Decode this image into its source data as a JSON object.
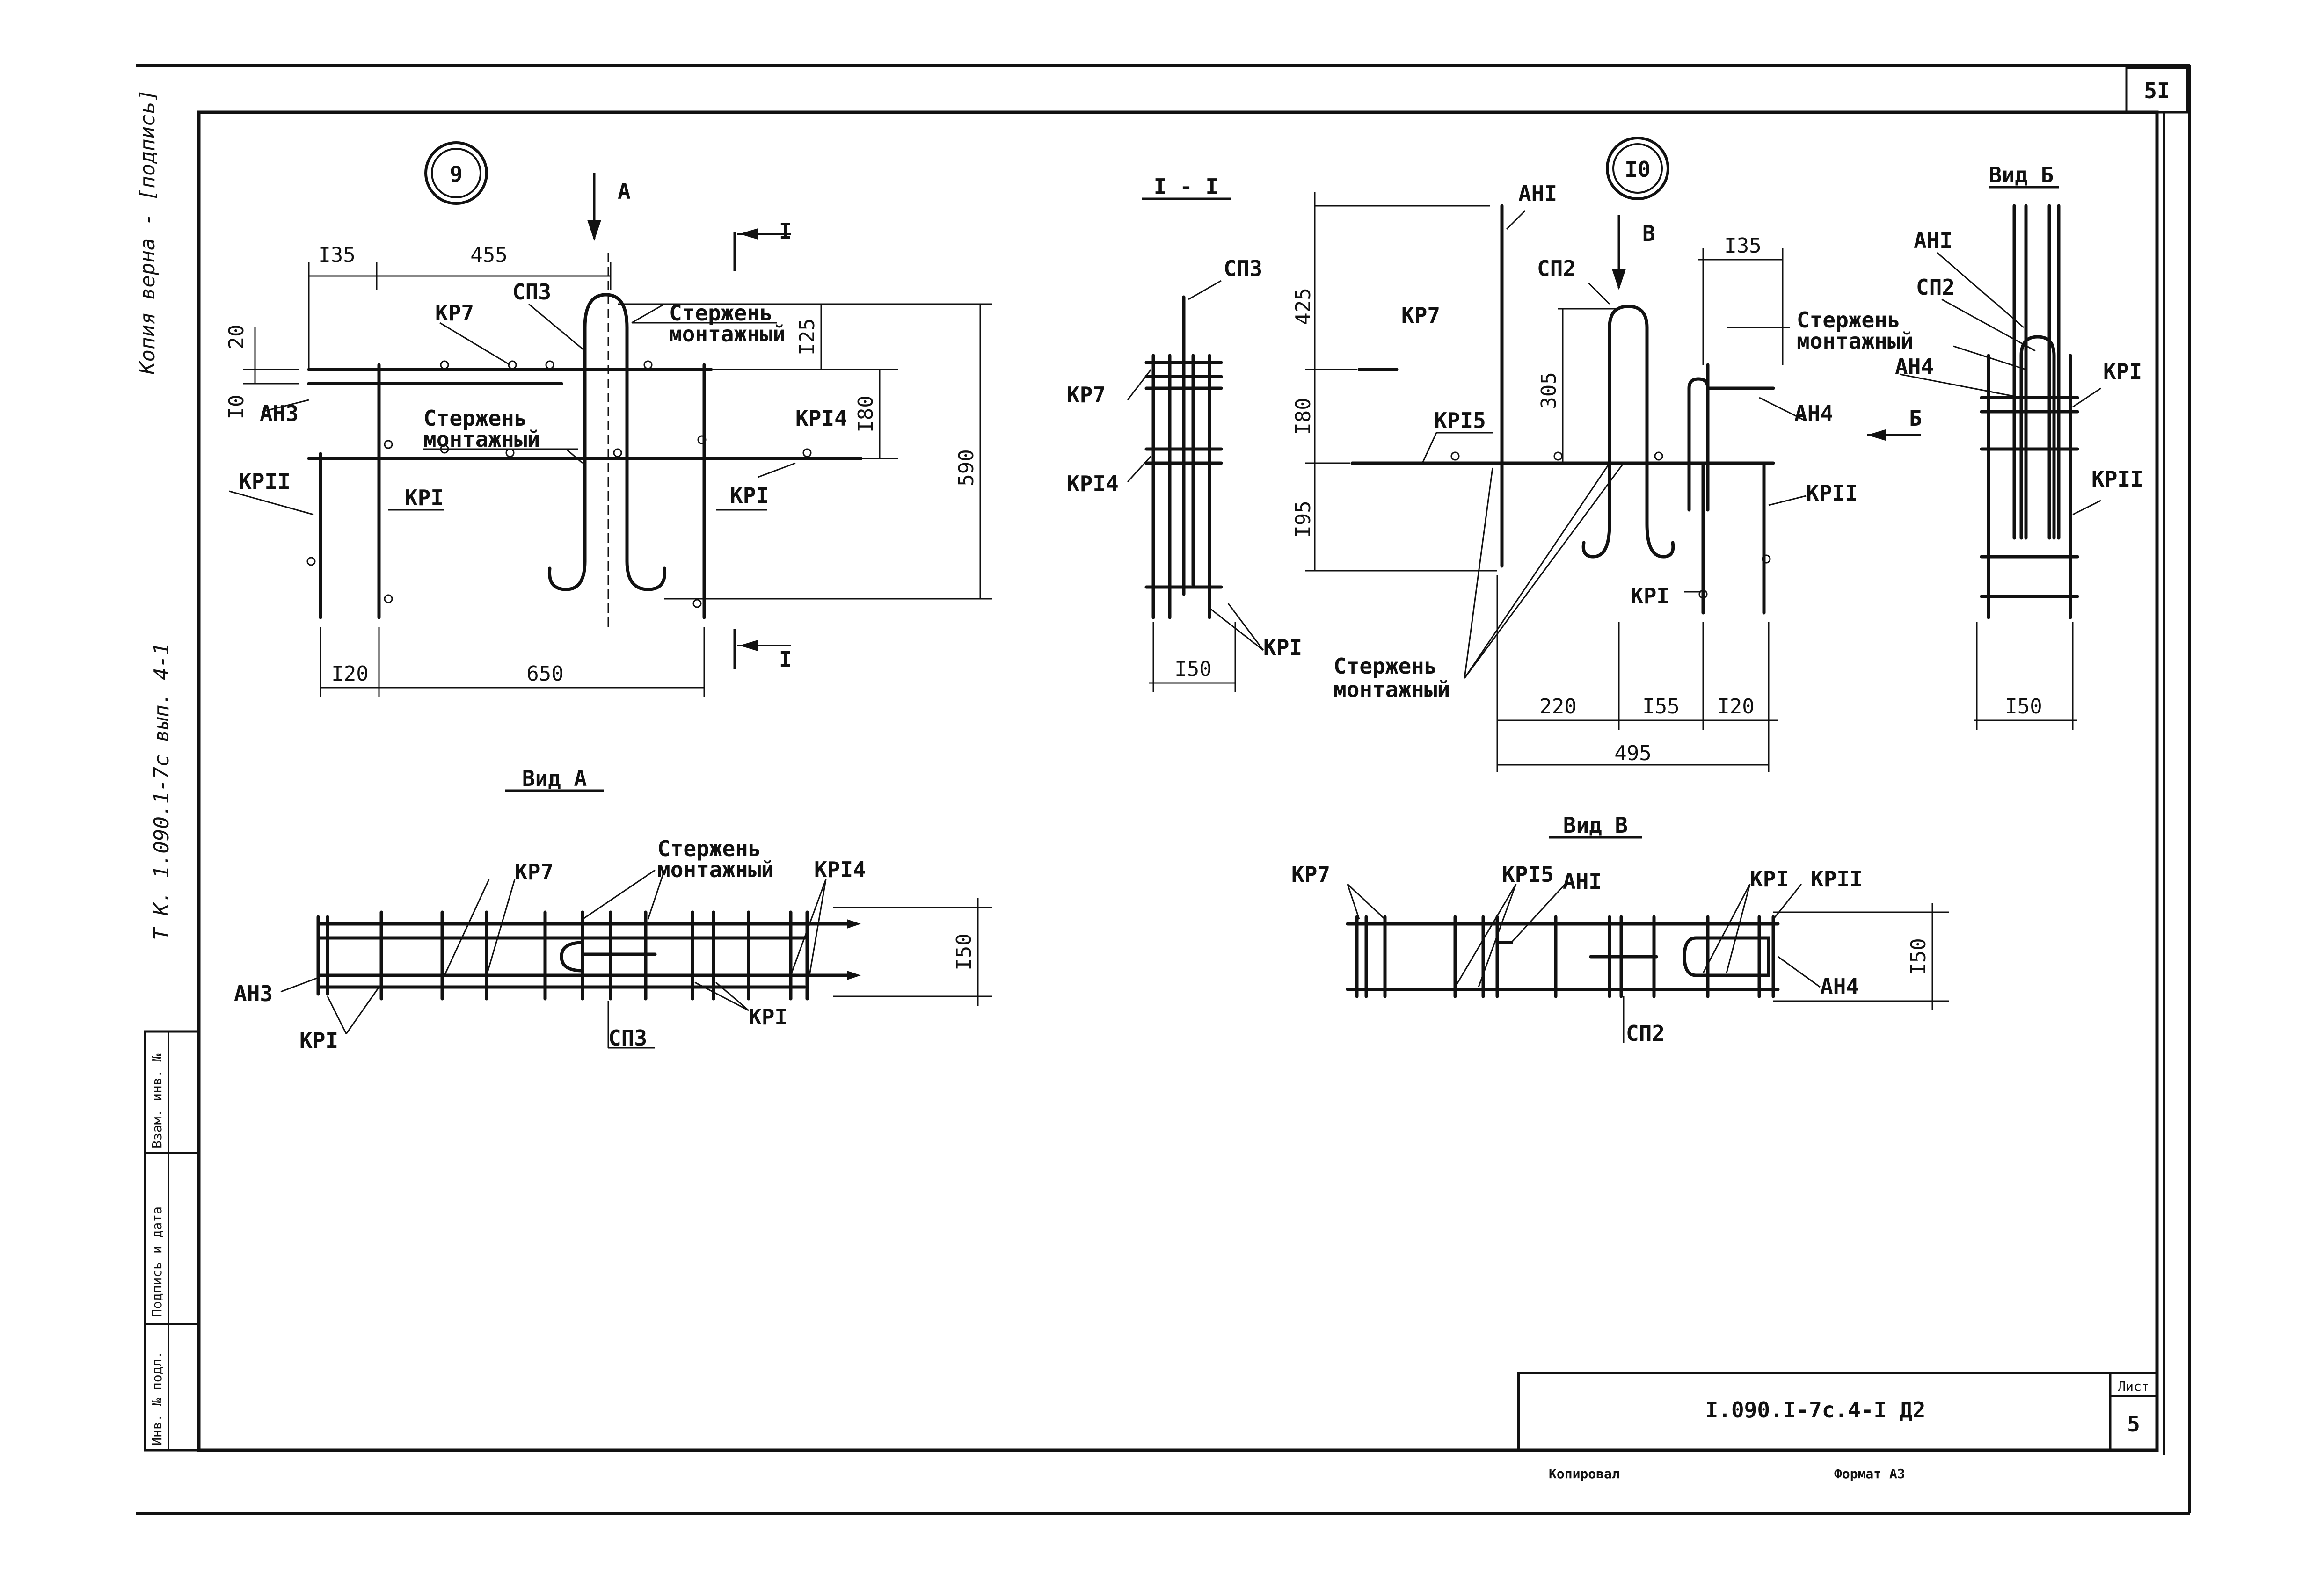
{
  "sheet": {
    "sheet_number": "5I",
    "document_code": "I.090.I-7c.4-I Д2",
    "list_label": "Лист",
    "list_number": "5",
    "copied_label": "Копировал",
    "format_label": "Формат А3",
    "side_note_top": "Копия верна - [подпись]",
    "side_note_series": "Т К. 1.090.1-7с   вып. 4-1",
    "stamp_inv_podl": "Инв. № подл.",
    "stamp_sign_date": "Подпись и дата",
    "stamp_vzam_inv": "Взам. инв. №"
  },
  "node9": {
    "number": "9",
    "arrow_label": "А",
    "cut_label": "I",
    "labels": {
      "kr7": "КР7",
      "sp3": "СП3",
      "rod": "Стержень",
      "mounting": "монтажный",
      "an3": "АН3",
      "kr14": "КРI4",
      "kr11": "КРII",
      "kr1": "КРI"
    },
    "dims": {
      "d135": "I35",
      "d455": "455",
      "d20": "20",
      "d10": "I0",
      "d125": "I25",
      "d180": "I80",
      "d590": "590",
      "d120": "I20",
      "d650": "650"
    }
  },
  "section11": {
    "title": "I - I",
    "labels": {
      "sp3": "СП3",
      "kr7": "КР7",
      "kr14": "КРI4",
      "kr1": "КРI"
    },
    "dims": {
      "d150": "I50"
    }
  },
  "node10": {
    "number": "I0",
    "arrow_label": "В",
    "labels": {
      "an1": "АНI",
      "sp2": "СП2",
      "kr7": "КР7",
      "kr15": "КРI5",
      "rod": "Стержень",
      "mounting": "монтажный",
      "an4": "АН4",
      "kr11": "КРII",
      "kr1": "КРI"
    },
    "dims": {
      "d425": "425",
      "d305": "305",
      "d180": "I80",
      "d195": "I95",
      "d135": "I35",
      "d220": "220",
      "d155": "I55",
      "d120": "I20",
      "d495": "495"
    }
  },
  "viewB": {
    "title": "Вид Б",
    "arrow_label": "Б",
    "labels": {
      "an1": "АНI",
      "sp2": "СП2",
      "rod": "Стержень",
      "mounting": "монтажный",
      "an4": "АН4",
      "kr1": "КРI",
      "kr11": "КРII"
    },
    "dims": {
      "d150": "I50"
    }
  },
  "viewA": {
    "title": "Вид А",
    "labels": {
      "kr7": "КР7",
      "rod": "Стержень",
      "mounting": "монтажный",
      "kr14": "КРI4",
      "an3": "АН3",
      "kr1": "КРI",
      "sp3": "СП3",
      "kr1b": "КРI"
    },
    "dims": {
      "d150": "I50"
    }
  },
  "viewV": {
    "title": "Вид В",
    "labels": {
      "kr7": "КР7",
      "kr15": "КРI5",
      "an1": "АНI",
      "kr1": "КРI",
      "kr11": "КРII",
      "an4": "АН4",
      "sp2": "СП2"
    },
    "dims": {
      "d150": "I50"
    }
  }
}
